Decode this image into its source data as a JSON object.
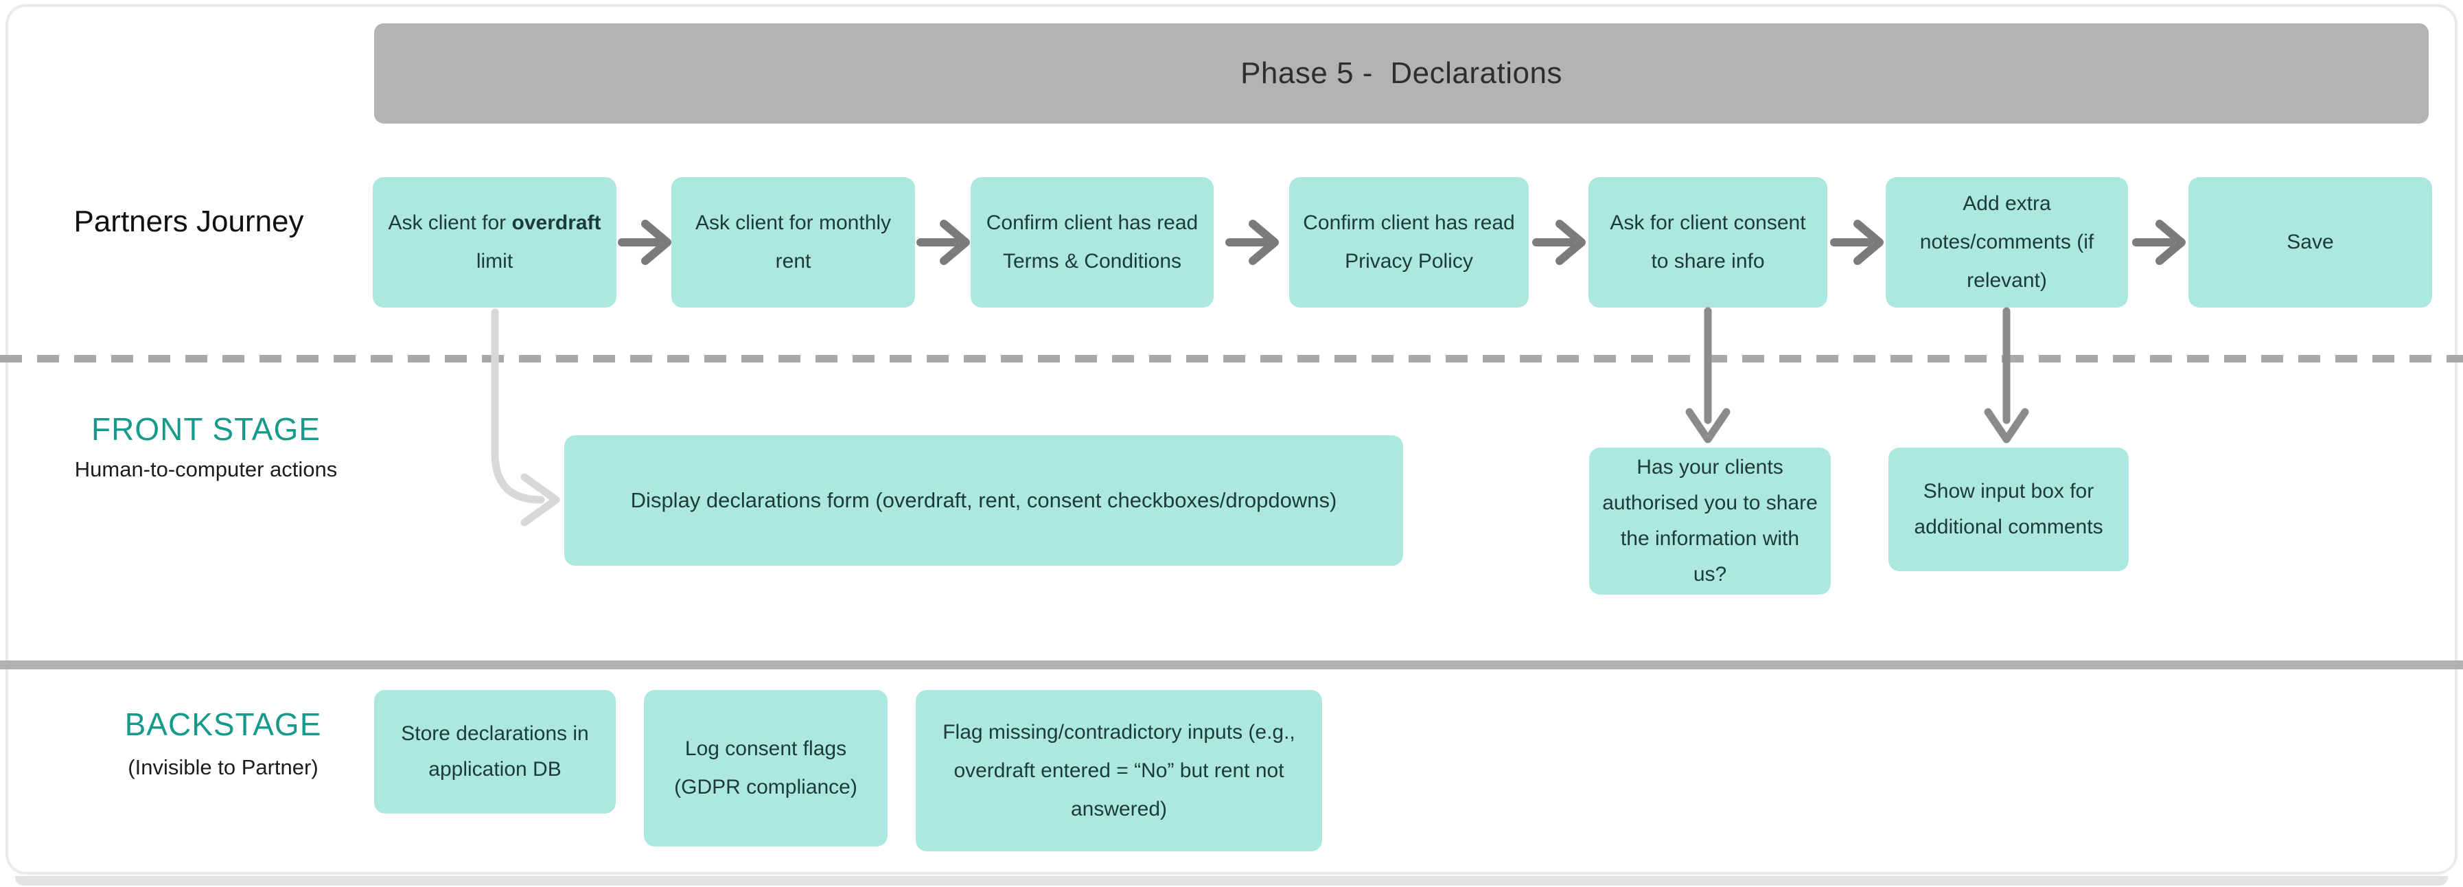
{
  "header": {
    "phase_title": "Phase 5 -  Declarations"
  },
  "journey": {
    "label": "Partners Journey",
    "steps": [
      {
        "prefix": "Ask client for ",
        "bold": "overdraft",
        "suffix": " limit"
      },
      {
        "text": "Ask client for monthly rent"
      },
      {
        "text": "Confirm client has read Terms & Conditions"
      },
      {
        "text": "Confirm client has read Privacy Policy"
      },
      {
        "text": "Ask for client consent to share info"
      },
      {
        "text": "Add extra notes/comments (if relevant)"
      },
      {
        "text": "Save"
      }
    ]
  },
  "front_stage": {
    "label": "FRONT STAGE",
    "sublabel": "Human-to-computer actions",
    "display_form_note": "Display declarations form (overdraft, rent, consent checkboxes/dropdowns)",
    "consent_question_note": "Has your clients authorised you to share the information with us?",
    "comments_note": "Show input box for additional comments"
  },
  "backstage": {
    "label": "BACKSTAGE",
    "sublabel": "(Invisible to Partner)",
    "notes": [
      "Store declarations in application DB",
      "Log consent flags (GDPR compliance)",
      "Flag missing/contradictory inputs (e.g., overdraft entered = “No” but rent not answered)"
    ]
  },
  "colors": {
    "note_fill_teal": "#ace8e0",
    "note_text": "#1d3b36",
    "stage_label_teal": "#169a8c",
    "header_gray": "#b3b3b3",
    "flow_arrow_gray": "#7b7b7b",
    "down_arrow_gray": "#8b8b8b",
    "curved_connector_gray": "#d8d8d8",
    "divider_gray": "#b1b1b1",
    "dash_gray": "#a9a9a9",
    "card_border": "#eaeaea"
  }
}
